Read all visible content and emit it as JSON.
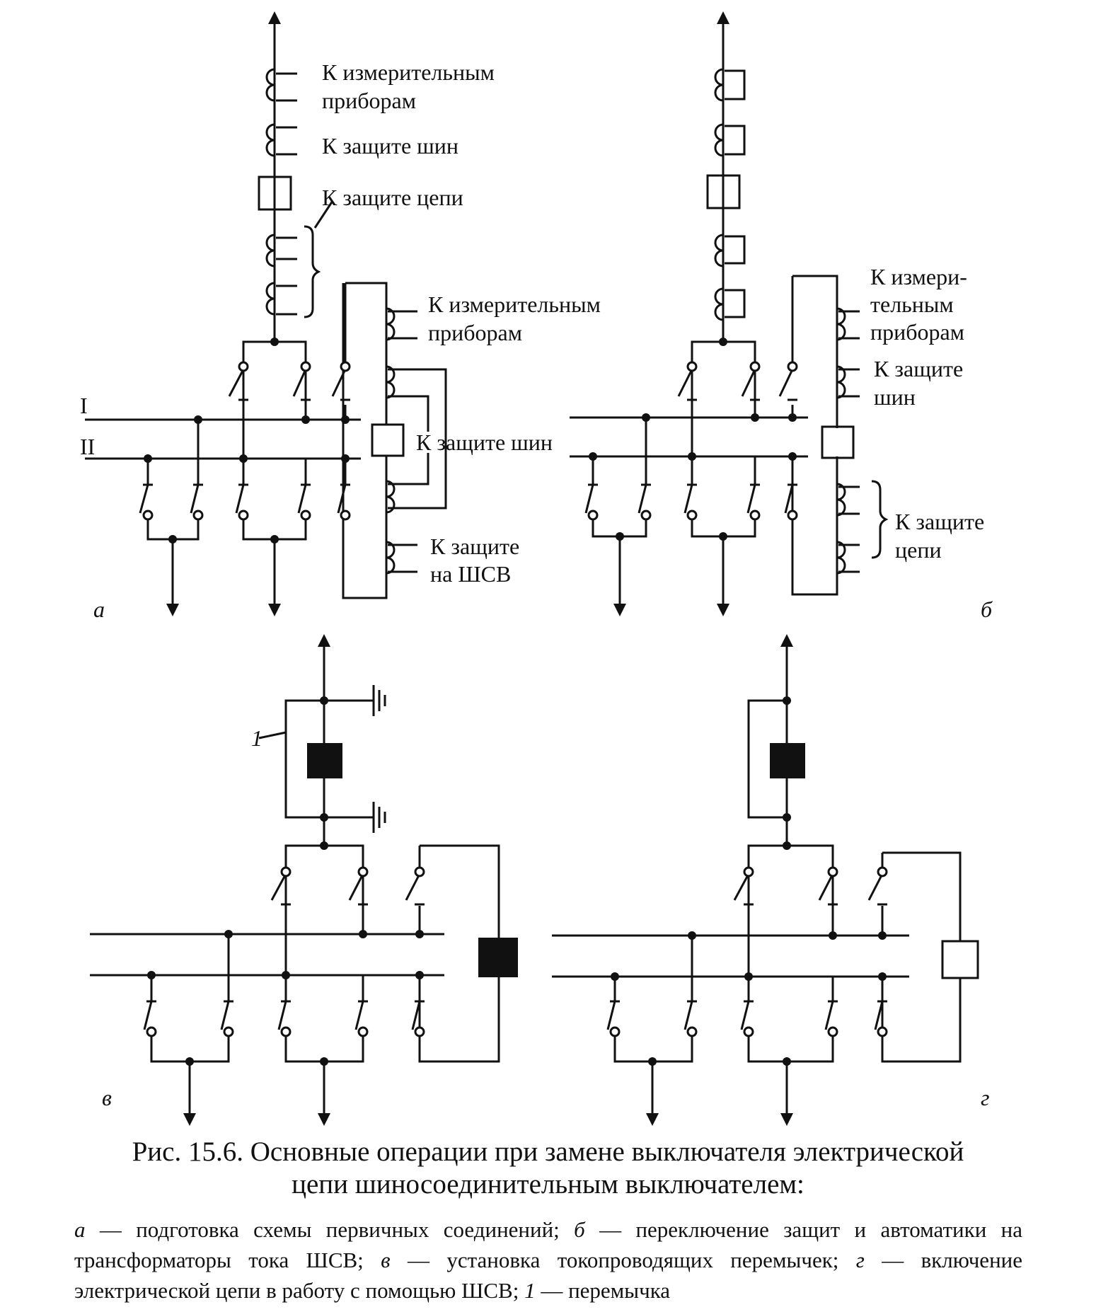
{
  "diagram": {
    "a": {
      "tag": "а",
      "bus_1": "I",
      "bus_2": "II",
      "to_meters_line1": "К измерительным",
      "to_meters_line2": "приборам",
      "to_bus_protection": "К защите шин",
      "to_circuit_protection": "К защите цепи",
      "bsv_meters_line1": "К измерительным",
      "bsv_meters_line2": "приборам",
      "bsv_bus_protection": "К защите шин",
      "to_bsv_protection_line1": "К защите",
      "to_bsv_protection_line2": "на ШСВ"
    },
    "b": {
      "tag": "б",
      "meters_line1": "К измери-",
      "meters_line2": "тельным",
      "meters_line3": "приборам",
      "bus_line1": "К защите",
      "bus_line2": "шин",
      "circuit_line1": "К защите",
      "circuit_line2": "цепи"
    },
    "c": {
      "tag": "в",
      "jumper_number": "1"
    },
    "d": {
      "tag": "г"
    }
  },
  "caption": {
    "line1": "Рис. 15.6. Основные операции при замене выключателя электрической",
    "line2": "цепи шиносоединительным выключателем:"
  },
  "legend": {
    "a_key": "а",
    "a_text": " — подготовка схемы первичных соединений; ",
    "b_key": "б",
    "b_text": " — переключение защит и автоматики на трансформаторы тока ШСВ; ",
    "c_key": "в",
    "c_text": " — установка токопроводящих перемычек; ",
    "d_key": "г",
    "d_text": " — включение электрической цепи в работу с помощью ШСВ; ",
    "n_key": "1",
    "n_text": " — перемычка"
  }
}
